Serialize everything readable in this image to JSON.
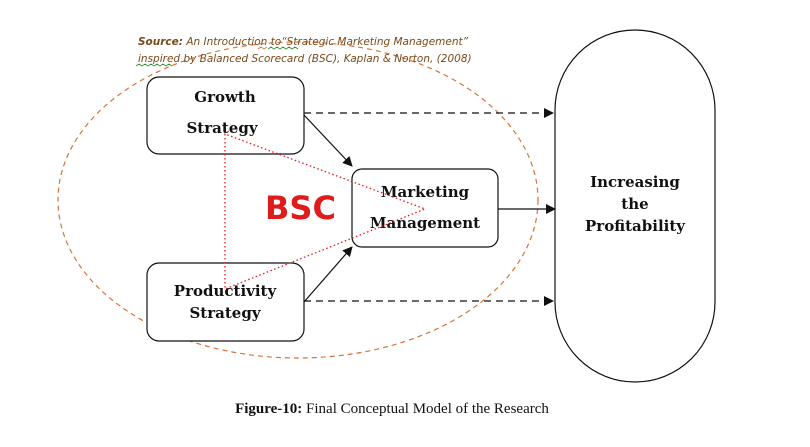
{
  "source": {
    "label": "Source:",
    "line1_rest": " An Introduction to“Strategic Marketing Management”",
    "line2": "inspired by Balanced Scorecard (BSC), Kaplan & Norton, (2008)"
  },
  "nodes": {
    "growth": {
      "line1": "Growth",
      "line2": "Strategy"
    },
    "productivity": {
      "line1": "Productivity",
      "line2": "Strategy"
    },
    "marketing": {
      "line1": "Marketing",
      "line2": "Management"
    },
    "profit": {
      "line1": "Increasing",
      "line2": "the",
      "line3": "Profitability"
    }
  },
  "bsc_label": "BSC",
  "caption": {
    "label": "Figure-10:",
    "text": " Final Conceptual Model of the Research"
  },
  "colors": {
    "box_stroke": "#111111",
    "ellipse_stroke": "#d9733a",
    "triangle_stroke": "#e01b1b",
    "bsc": "#e01b1b",
    "source_text": "#7a4a1a",
    "spellcheck_underline": "#2e8b2e"
  }
}
